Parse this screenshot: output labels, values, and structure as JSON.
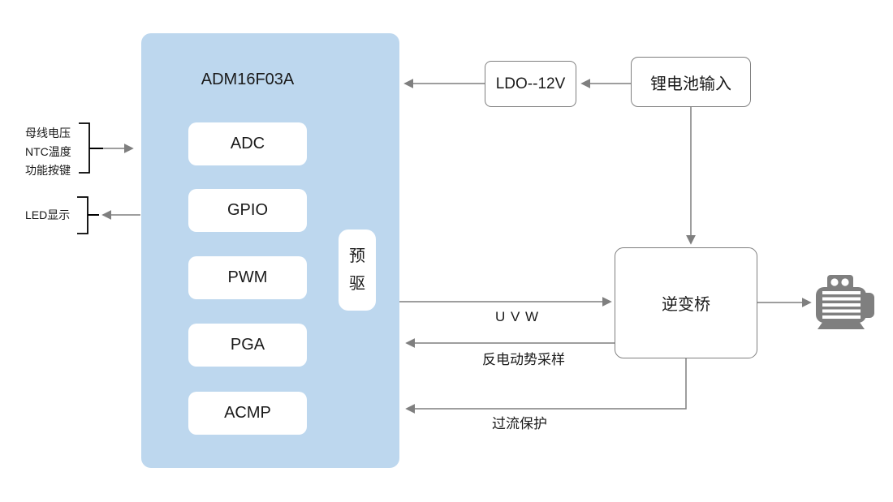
{
  "mcu": {
    "title": "ADM16F03A",
    "blocks": [
      {
        "label": "ADC"
      },
      {
        "label": "GPIO"
      },
      {
        "label": "PWM"
      },
      {
        "label": "PGA"
      },
      {
        "label": "ACMP"
      }
    ],
    "predriver": "预驱"
  },
  "boxes": {
    "ldo": "LDO--12V",
    "battery": "锂电池输入",
    "inverter": "逆变桥"
  },
  "left_inputs": {
    "lines": [
      "母线电压",
      "NTC温度",
      "功能按键"
    ],
    "led": "LED显示"
  },
  "edge_labels": {
    "uvw": "U V W",
    "bemf": "反电动势采样",
    "ocp": "过流保护"
  },
  "icons": {
    "motor": "motor-icon"
  },
  "colors": {
    "mcu_fill": "#BDD7EE",
    "block_fill": "#FFFFFF",
    "line": "#7F7F7F",
    "border": "#7F7F7F",
    "bracket": "#000000",
    "text": "#1A1A1A",
    "icon": "#7F7F7F"
  }
}
